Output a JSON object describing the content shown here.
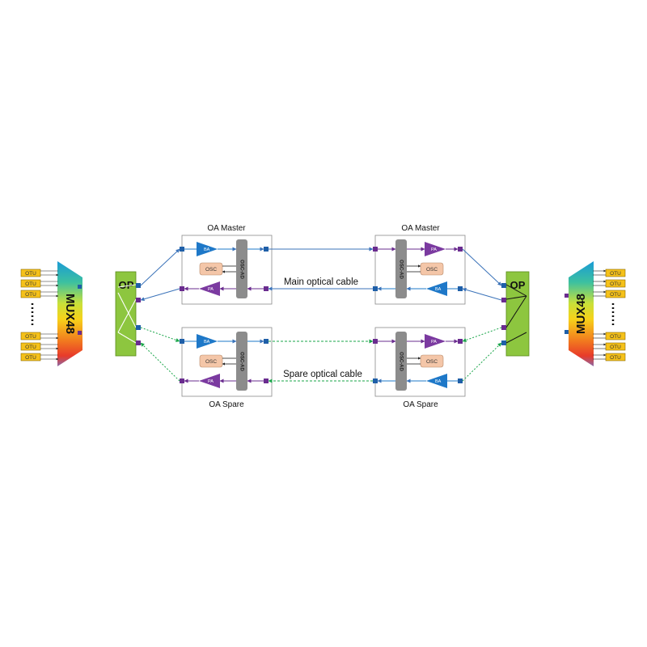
{
  "labels": {
    "oa_master_left": "OA Master",
    "oa_master_right": "OA Master",
    "oa_spare_left": "OA Spare",
    "oa_spare_right": "OA Spare",
    "main_cable": "Main optical cable",
    "spare_cable": "Spare optical cable",
    "op": "OP",
    "mux": "MUX48",
    "otu": "OTU",
    "ba": "BA",
    "pa": "PA",
    "osc": "OSC",
    "osc_ad": "OSC-AD"
  },
  "colors": {
    "main_line": "#3b73b9",
    "spare_line": "#1aa64a",
    "port_blue": "#1f5fa8",
    "port_purple": "#6a2c8f",
    "ba_triangle": "#1e78c8",
    "pa_triangle": "#7b3aa0",
    "osc_ad_block": "#8c8c8c",
    "osc_box": "#f4c6a8",
    "op_box": "#8dc63f",
    "otu_box": "#f5c11a"
  },
  "icons": {
    "ba": "amplifier-triangle",
    "pa": "amplifier-triangle",
    "mux": "trapezoid-rainbow"
  }
}
